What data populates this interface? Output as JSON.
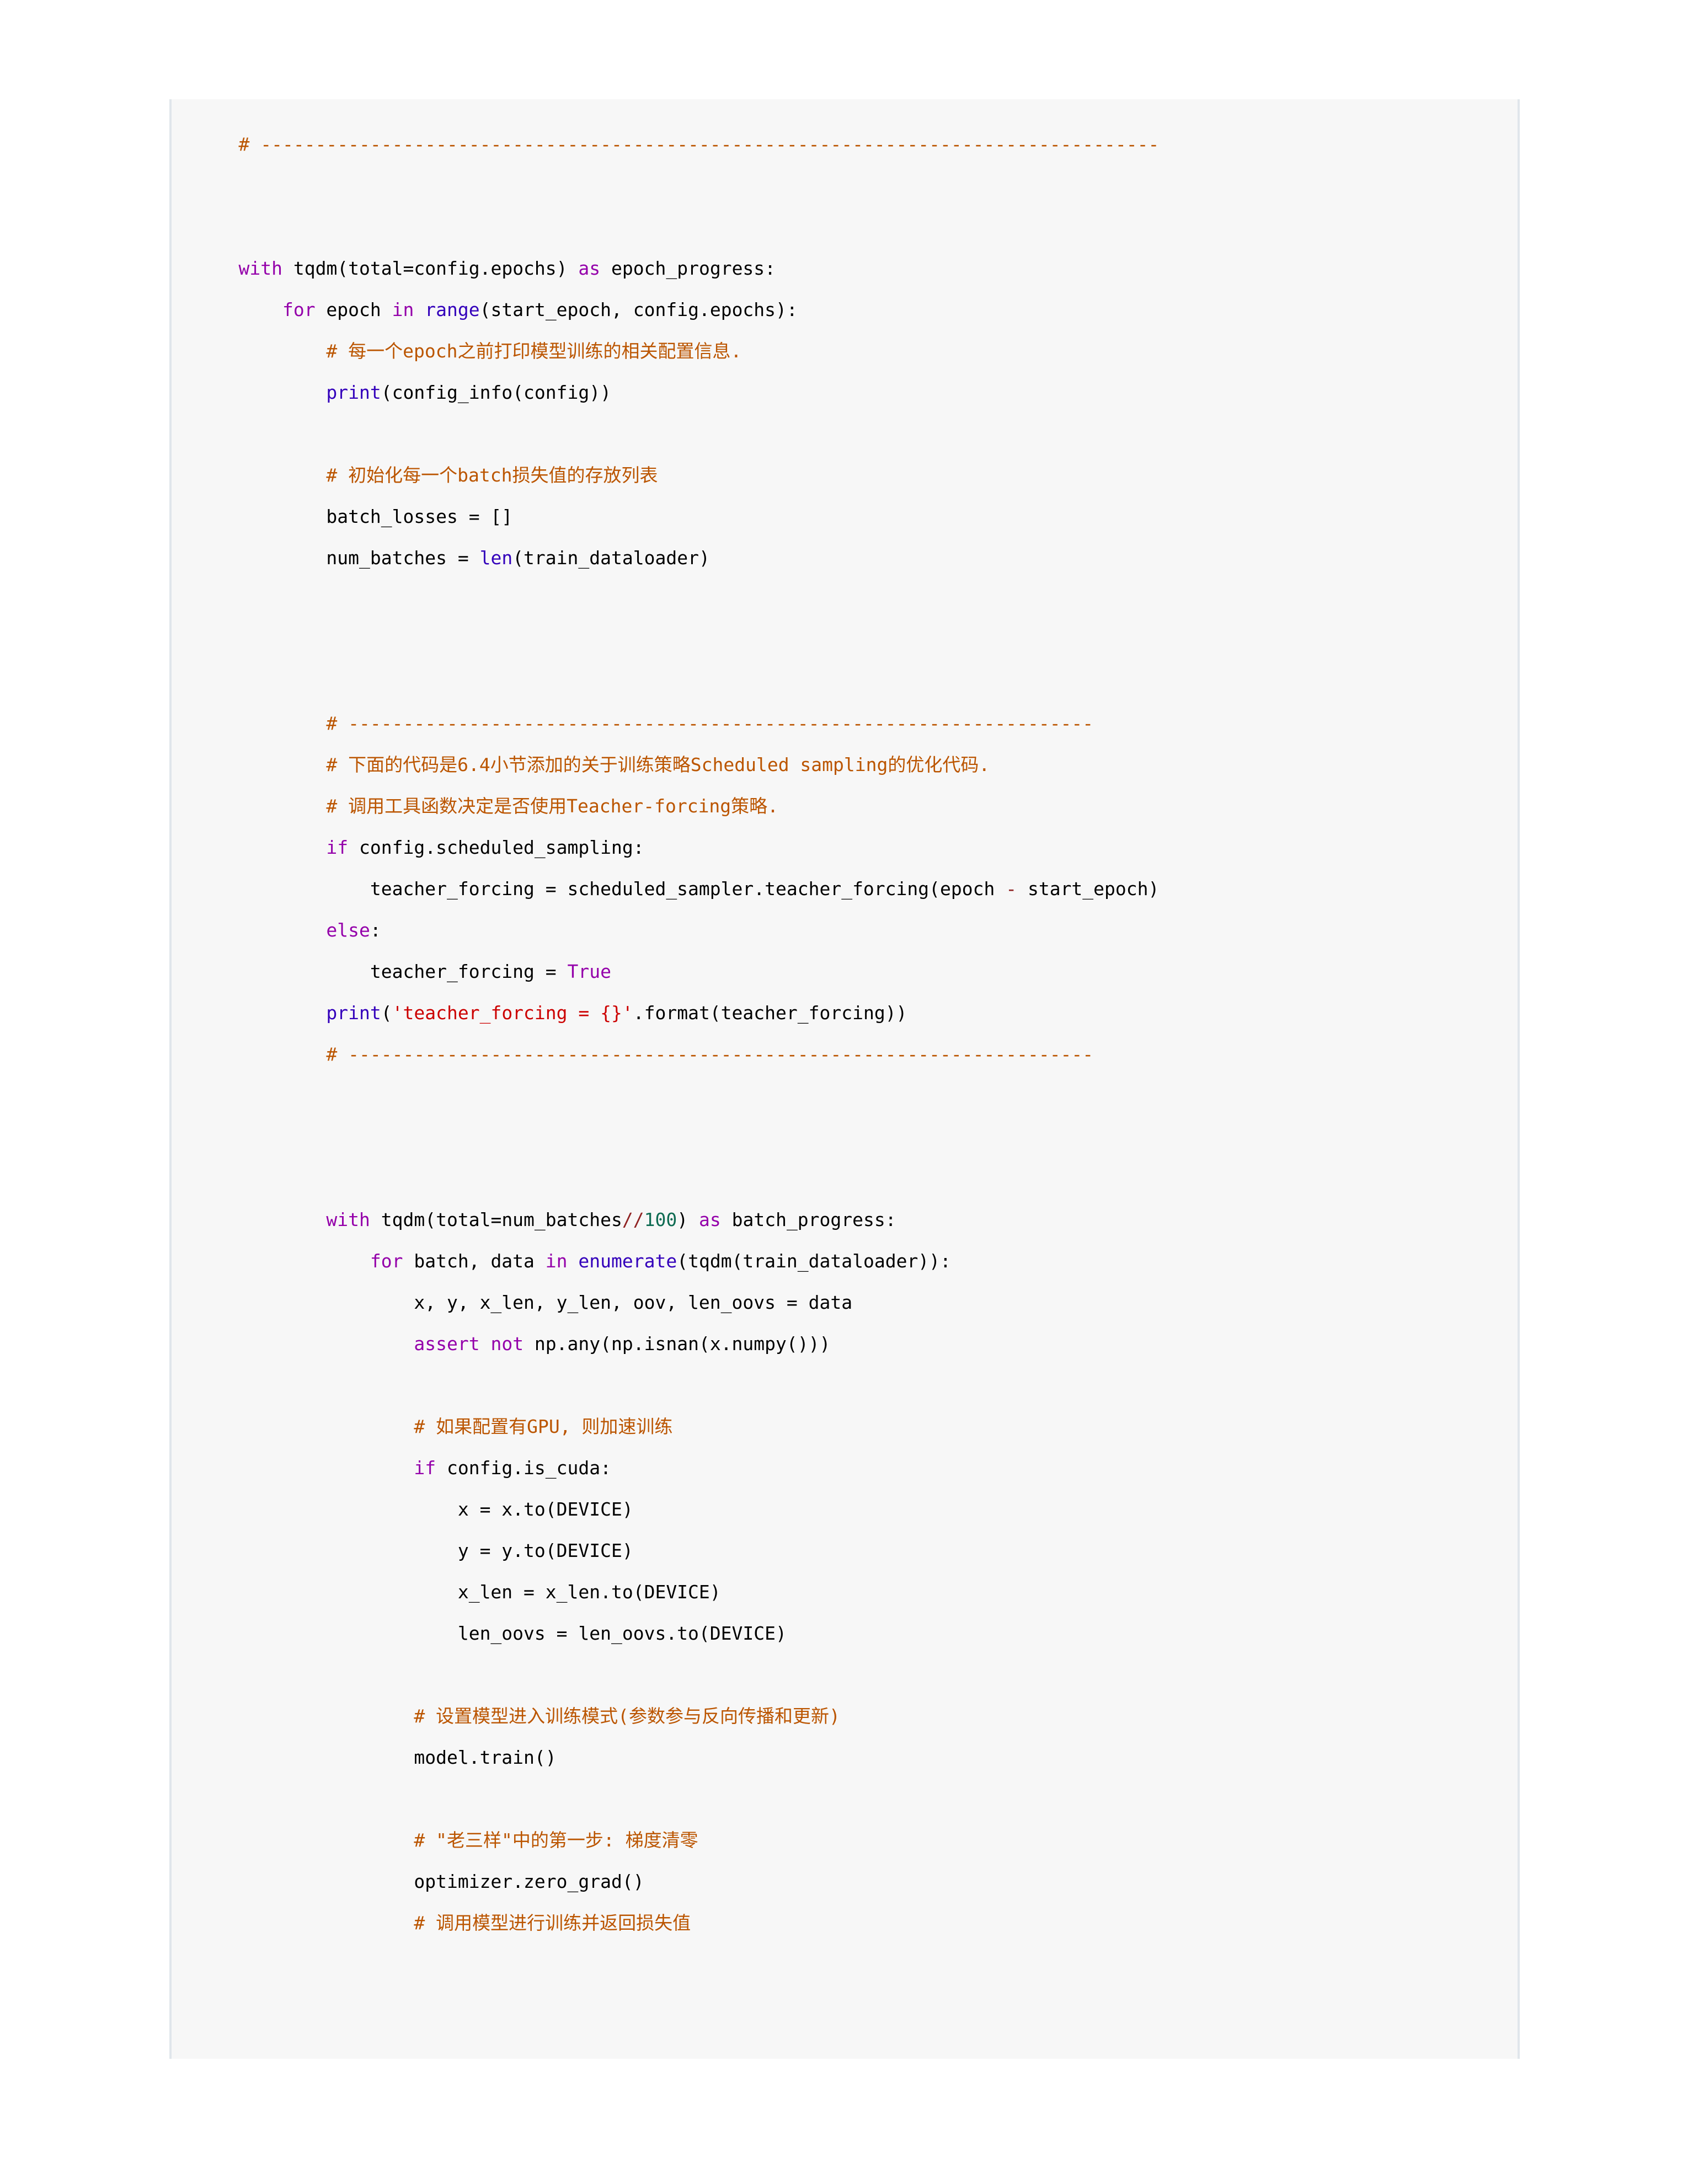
{
  "page": {
    "background_color": "#ffffff",
    "title": "Python training loop code listing"
  },
  "code_block": {
    "background_color": "#f7f7f7",
    "border_color": "#e0e6eb",
    "language": "python",
    "theme_colors": {
      "comment": "#bb5500",
      "keyword": "#9400aa",
      "builtin": "#3300bb",
      "string": "#cc0000",
      "number": "#0e6b52",
      "operator": "#8f2222",
      "text": "#000000"
    },
    "lines": [
      {
        "id": "l01",
        "tokens": [
          {
            "t": "    # ----------------------------------------------------------------------------------",
            "c": "tok-c"
          }
        ]
      },
      {
        "id": "l02",
        "blank": true
      },
      {
        "id": "l03",
        "blank": true
      },
      {
        "id": "l04",
        "tokens": [
          {
            "t": "    ",
            "c": "tok-n"
          },
          {
            "t": "with",
            "c": "tok-k"
          },
          {
            "t": " tqdm(total=config.epochs) ",
            "c": "tok-n"
          },
          {
            "t": "as",
            "c": "tok-k"
          },
          {
            "t": " epoch_progress:",
            "c": "tok-n"
          }
        ]
      },
      {
        "id": "l05",
        "tokens": [
          {
            "t": "        ",
            "c": "tok-n"
          },
          {
            "t": "for",
            "c": "tok-k"
          },
          {
            "t": " epoch ",
            "c": "tok-n"
          },
          {
            "t": "in",
            "c": "tok-k"
          },
          {
            "t": " ",
            "c": "tok-n"
          },
          {
            "t": "range",
            "c": "tok-nb"
          },
          {
            "t": "(start_epoch, config.epochs):",
            "c": "tok-n"
          }
        ]
      },
      {
        "id": "l06",
        "tokens": [
          {
            "t": "            # 每一个epoch之前打印模型训练的相关配置信息.",
            "c": "tok-c"
          }
        ]
      },
      {
        "id": "l07",
        "tokens": [
          {
            "t": "            ",
            "c": "tok-n"
          },
          {
            "t": "print",
            "c": "tok-nb"
          },
          {
            "t": "(config_info(config))",
            "c": "tok-n"
          }
        ]
      },
      {
        "id": "l08",
        "blank": true
      },
      {
        "id": "l09",
        "tokens": [
          {
            "t": "            # 初始化每一个batch损失值的存放列表",
            "c": "tok-c"
          }
        ]
      },
      {
        "id": "l10",
        "tokens": [
          {
            "t": "            batch_losses = []",
            "c": "tok-n"
          }
        ]
      },
      {
        "id": "l11",
        "tokens": [
          {
            "t": "            num_batches = ",
            "c": "tok-n"
          },
          {
            "t": "len",
            "c": "tok-nb"
          },
          {
            "t": "(train_dataloader)",
            "c": "tok-n"
          }
        ]
      },
      {
        "id": "l12",
        "blank": true
      },
      {
        "id": "l13",
        "blank": true
      },
      {
        "id": "l14",
        "blank": true
      },
      {
        "id": "l15",
        "tokens": [
          {
            "t": "            # --------------------------------------------------------------------",
            "c": "tok-c"
          }
        ]
      },
      {
        "id": "l16",
        "tokens": [
          {
            "t": "            # 下面的代码是6.4小节添加的关于训练策略Scheduled sampling的优化代码.",
            "c": "tok-c"
          }
        ]
      },
      {
        "id": "l17",
        "tokens": [
          {
            "t": "            # 调用工具函数决定是否使用Teacher-forcing策略.",
            "c": "tok-c"
          }
        ]
      },
      {
        "id": "l18",
        "tokens": [
          {
            "t": "            ",
            "c": "tok-n"
          },
          {
            "t": "if",
            "c": "tok-k"
          },
          {
            "t": " config.scheduled_sampling:",
            "c": "tok-n"
          }
        ]
      },
      {
        "id": "l19",
        "tokens": [
          {
            "t": "                teacher_forcing = scheduled_sampler.teacher_forcing(epoch ",
            "c": "tok-n"
          },
          {
            "t": "-",
            "c": "tok-o"
          },
          {
            "t": " start_epoch)",
            "c": "tok-n"
          }
        ]
      },
      {
        "id": "l20",
        "tokens": [
          {
            "t": "            ",
            "c": "tok-n"
          },
          {
            "t": "else",
            "c": "tok-k"
          },
          {
            "t": ":",
            "c": "tok-n"
          }
        ]
      },
      {
        "id": "l21",
        "tokens": [
          {
            "t": "                teacher_forcing = ",
            "c": "tok-n"
          },
          {
            "t": "True",
            "c": "tok-k"
          }
        ]
      },
      {
        "id": "l22",
        "tokens": [
          {
            "t": "            ",
            "c": "tok-n"
          },
          {
            "t": "print",
            "c": "tok-nb"
          },
          {
            "t": "(",
            "c": "tok-n"
          },
          {
            "t": "'teacher_forcing = {}'",
            "c": "tok-s"
          },
          {
            "t": ".format(teacher_forcing))",
            "c": "tok-n"
          }
        ]
      },
      {
        "id": "l23",
        "tokens": [
          {
            "t": "            # --------------------------------------------------------------------",
            "c": "tok-c"
          }
        ]
      },
      {
        "id": "l24",
        "blank": true
      },
      {
        "id": "l25",
        "blank": true
      },
      {
        "id": "l26",
        "blank": true
      },
      {
        "id": "l27",
        "tokens": [
          {
            "t": "            ",
            "c": "tok-n"
          },
          {
            "t": "with",
            "c": "tok-k"
          },
          {
            "t": " tqdm(total=num_batches",
            "c": "tok-n"
          },
          {
            "t": "//",
            "c": "tok-o"
          },
          {
            "t": "100",
            "c": "tok-m"
          },
          {
            "t": ") ",
            "c": "tok-n"
          },
          {
            "t": "as",
            "c": "tok-k"
          },
          {
            "t": " batch_progress:",
            "c": "tok-n"
          }
        ]
      },
      {
        "id": "l28",
        "tokens": [
          {
            "t": "                ",
            "c": "tok-n"
          },
          {
            "t": "for",
            "c": "tok-k"
          },
          {
            "t": " batch, data ",
            "c": "tok-n"
          },
          {
            "t": "in",
            "c": "tok-k"
          },
          {
            "t": " ",
            "c": "tok-n"
          },
          {
            "t": "enumerate",
            "c": "tok-nb"
          },
          {
            "t": "(tqdm(train_dataloader)):",
            "c": "tok-n"
          }
        ]
      },
      {
        "id": "l29",
        "tokens": [
          {
            "t": "                    x, y, x_len, y_len, oov, len_oovs = data",
            "c": "tok-n"
          }
        ]
      },
      {
        "id": "l30",
        "tokens": [
          {
            "t": "                    ",
            "c": "tok-n"
          },
          {
            "t": "assert",
            "c": "tok-k"
          },
          {
            "t": " ",
            "c": "tok-n"
          },
          {
            "t": "not",
            "c": "tok-k"
          },
          {
            "t": " np.any(np.isnan(x.numpy()))",
            "c": "tok-n"
          }
        ]
      },
      {
        "id": "l31",
        "blank": true
      },
      {
        "id": "l32",
        "tokens": [
          {
            "t": "                    # 如果配置有GPU, 则加速训练",
            "c": "tok-c"
          }
        ]
      },
      {
        "id": "l33",
        "tokens": [
          {
            "t": "                    ",
            "c": "tok-n"
          },
          {
            "t": "if",
            "c": "tok-k"
          },
          {
            "t": " config.is_cuda:",
            "c": "tok-n"
          }
        ]
      },
      {
        "id": "l34",
        "tokens": [
          {
            "t": "                        x = x.to(DEVICE)",
            "c": "tok-n"
          }
        ]
      },
      {
        "id": "l35",
        "tokens": [
          {
            "t": "                        y = y.to(DEVICE)",
            "c": "tok-n"
          }
        ]
      },
      {
        "id": "l36",
        "tokens": [
          {
            "t": "                        x_len = x_len.to(DEVICE)",
            "c": "tok-n"
          }
        ]
      },
      {
        "id": "l37",
        "tokens": [
          {
            "t": "                        len_oovs = len_oovs.to(DEVICE)",
            "c": "tok-n"
          }
        ]
      },
      {
        "id": "l38",
        "blank": true
      },
      {
        "id": "l39",
        "tokens": [
          {
            "t": "                    # 设置模型进入训练模式(参数参与反向传播和更新)",
            "c": "tok-c"
          }
        ]
      },
      {
        "id": "l40",
        "tokens": [
          {
            "t": "                    model.train()",
            "c": "tok-n"
          }
        ]
      },
      {
        "id": "l41",
        "blank": true
      },
      {
        "id": "l42",
        "tokens": [
          {
            "t": "                    # \"老三样\"中的第一步: 梯度清零",
            "c": "tok-c"
          }
        ]
      },
      {
        "id": "l43",
        "tokens": [
          {
            "t": "                    optimizer.zero_grad()",
            "c": "tok-n"
          }
        ]
      },
      {
        "id": "l44",
        "tokens": [
          {
            "t": "                    # 调用模型进行训练并返回损失值",
            "c": "tok-c"
          }
        ]
      }
    ]
  }
}
